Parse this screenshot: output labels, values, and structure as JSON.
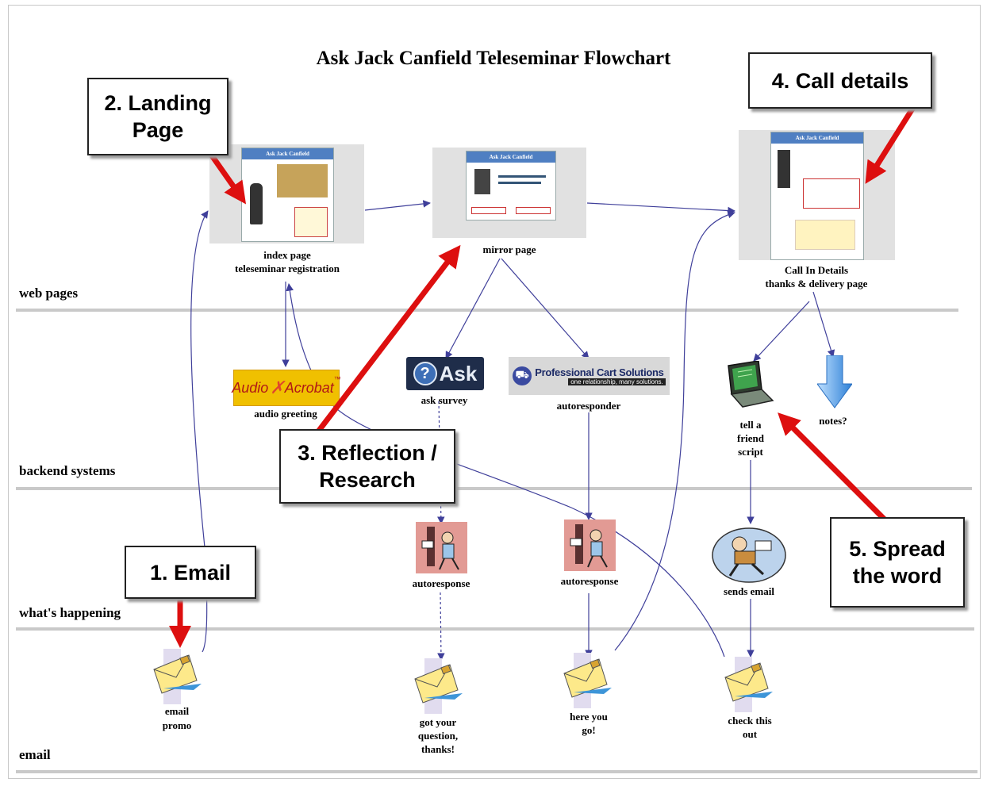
{
  "title": "Ask Jack Canfield Teleseminar Flowchart",
  "lanes": {
    "web_pages": "web pages",
    "backend_systems": "backend systems",
    "whats_happening": "what's happening",
    "email": "email"
  },
  "callouts": {
    "email": "1. Email",
    "landing_line1": "2. Landing",
    "landing_line2": "Page",
    "reflection_line1": "3. Reflection /",
    "reflection_line2": "Research",
    "call_details": "4. Call details",
    "spread_line1": "5. Spread",
    "spread_line2": "the word"
  },
  "web_pages": {
    "index_header": "Ask Jack Canfield",
    "index_l1": "index page",
    "index_l2": "teleseminar registration",
    "mirror_header": "Ask Jack Canfield",
    "mirror_l1": "mirror page",
    "details_header": "Ask Jack Canfield",
    "details_l1": "Call In Details",
    "details_l2": "thanks & delivery page"
  },
  "backend": {
    "audio_logo_a": "Audio",
    "audio_logo_b": "Acrobat",
    "audio_tm": "™",
    "audio_label": "audio greeting",
    "ask_logo": "Ask",
    "ask_label": "ask survey",
    "pcs_logo": "Professional Cart Solutions",
    "pcs_tagline": "one relationship, many solutions.",
    "pcs_label": "autoresponder",
    "taf_l1": "tell a",
    "taf_l2": "friend",
    "taf_l3": "script",
    "notes_label": "notes?"
  },
  "happening": {
    "auto1": "autoresponse",
    "auto2": "autoresponse",
    "sends": "sends email"
  },
  "emails": {
    "promo_l1": "email",
    "promo_l2": "promo",
    "got_l1": "got your",
    "got_l2": "question,",
    "got_l3": "thanks!",
    "here_l1": "here you",
    "here_l2": "go!",
    "check_l1": "check this",
    "check_l2": "out"
  },
  "colors": {
    "connector": "#3f3f9a",
    "callout_arrow": "#dd0f0f",
    "divider": "#c9c9c9",
    "page_header": "#4f7fc2"
  }
}
